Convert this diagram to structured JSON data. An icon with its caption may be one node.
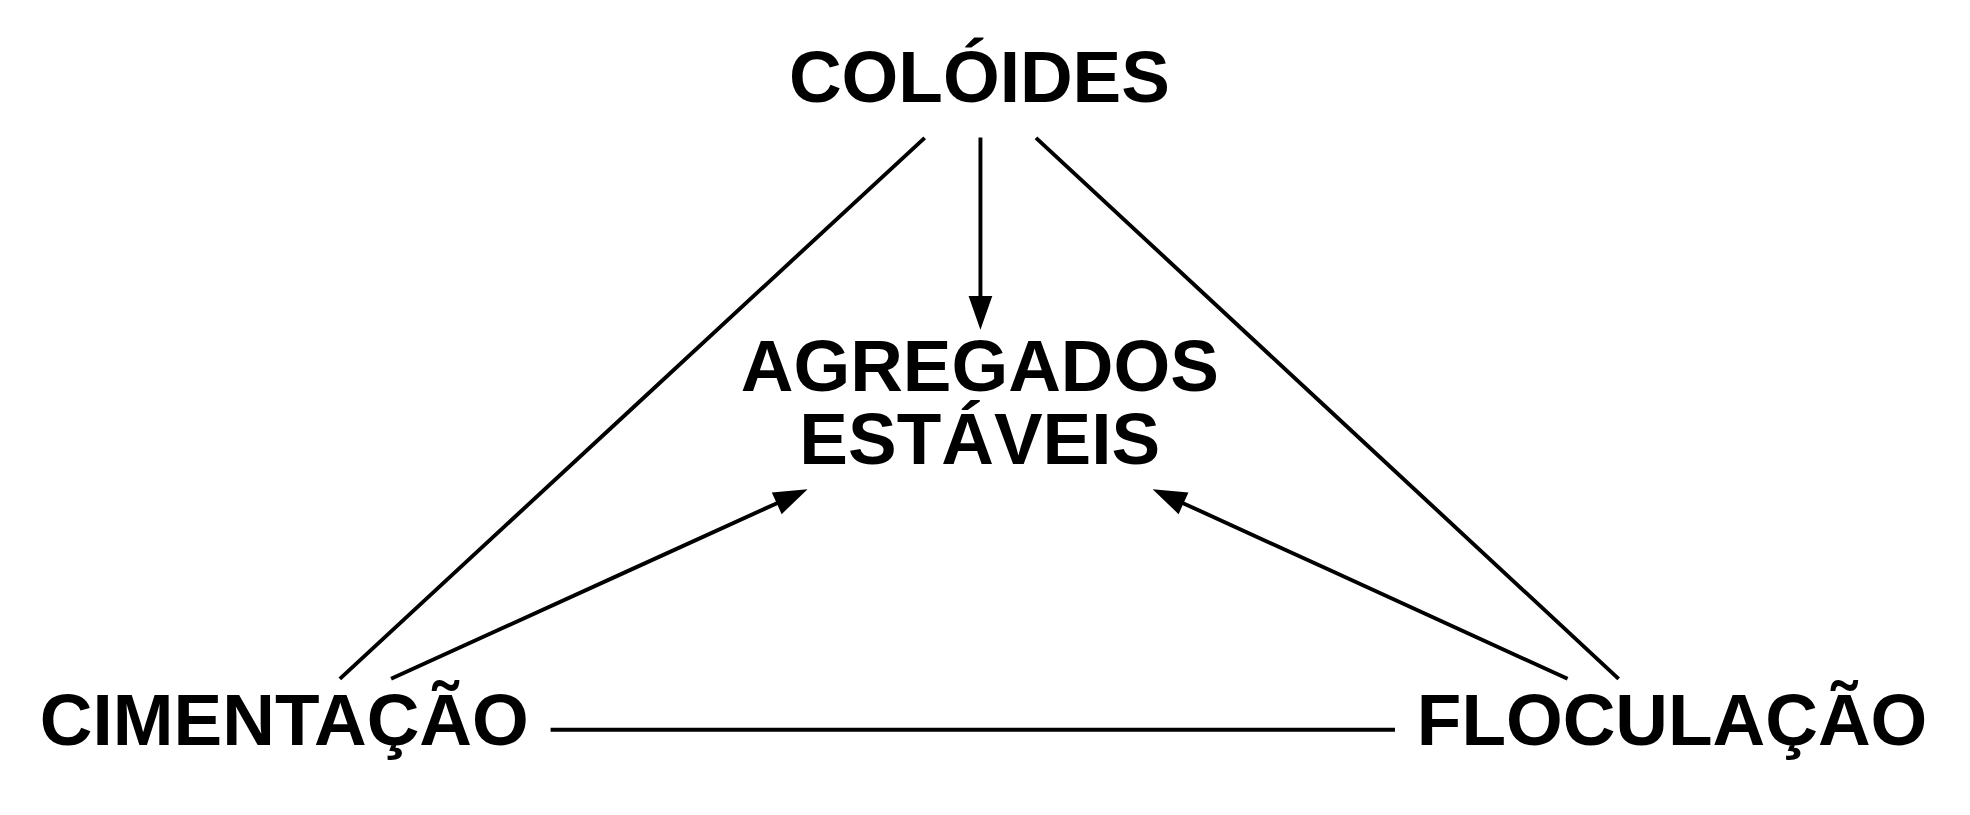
{
  "diagram": {
    "nodes": [
      {
        "text": [
          "COLÓIDES"
        ]
      },
      {
        "text": [
          "AGREGADOS ESTÁVEIS"
        ]
      },
      {
        "text": [
          "CIMENTAÇÃO"
        ]
      },
      {
        "text": [
          "FLOCULAÇÃO"
        ]
      }
    ],
    "edges": [
      {
        "from": 0,
        "to": 2,
        "arrow": "none"
      },
      {
        "from": 0,
        "to": 3,
        "arrow": "none"
      },
      {
        "from": 2,
        "to": 3,
        "arrow": "none"
      },
      {
        "from": 0,
        "to": 1,
        "arrow": "to"
      },
      {
        "from": 2,
        "to": 1,
        "arrow": "to"
      },
      {
        "from": 3,
        "to": 1,
        "arrow": "to"
      }
    ]
  }
}
